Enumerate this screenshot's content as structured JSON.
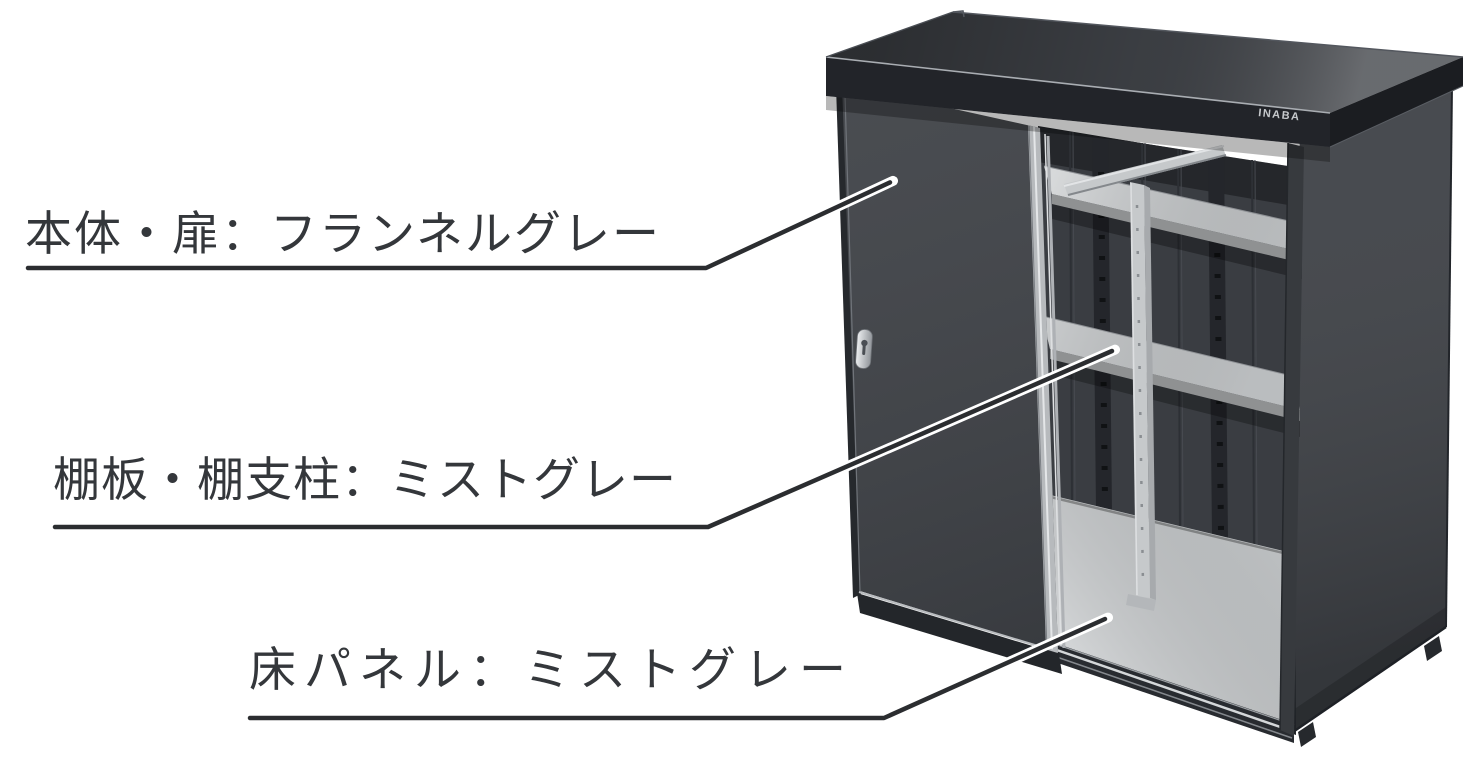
{
  "labels": [
    {
      "id": "body-door",
      "text": "本体・扉：フランネルグレー"
    },
    {
      "id": "shelf",
      "text": "棚板・棚支柱：ミストグレー"
    },
    {
      "id": "floor",
      "text": "床パネル：ミストグレー"
    }
  ],
  "logo": {
    "text": "INABA"
  },
  "colors": {
    "flannel_gray": "#3E4146",
    "mist_gray": "#C6C9CB",
    "leader_line": "#2B2D30",
    "label_text": "#34373B",
    "background": "#FFFFFF"
  }
}
